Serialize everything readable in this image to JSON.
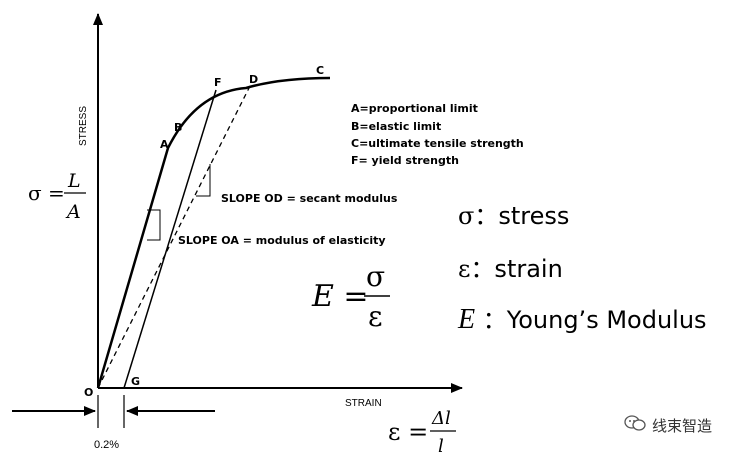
{
  "axes": {
    "y_label": "STRESS",
    "x_label": "STRAIN"
  },
  "points": {
    "O": "O",
    "A": "A",
    "B": "B",
    "C": "C",
    "D": "D",
    "F": "F",
    "G": "G"
  },
  "legend": [
    "A=proportional limit",
    "B=elastic limit",
    "C=ultimate tensile strength",
    "F= yield strength"
  ],
  "annotations": {
    "slope_od": "SLOPE OD = secant modulus",
    "slope_oa": "SLOPE OA = modulus of elasticity",
    "offset": "0.2%"
  },
  "formulas": {
    "sigma_lhs": "σ =",
    "sigma_num": "L",
    "sigma_den": "A",
    "e_lhs": "E =",
    "e_num": "σ",
    "e_den": "ε",
    "eps_lhs": "ε =",
    "eps_num": "Δl",
    "eps_den": "l"
  },
  "definitions": [
    {
      "symbol": "σ",
      "text": "：stress"
    },
    {
      "symbol": "ε",
      "text": "：strain"
    },
    {
      "symbol": "E",
      "text": "：Young’s Modulus"
    }
  ],
  "watermark": "线束智造"
}
